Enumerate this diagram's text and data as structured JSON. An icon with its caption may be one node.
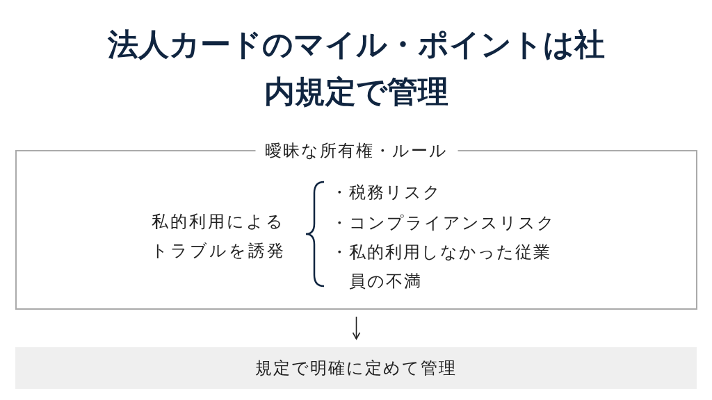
{
  "diagram": {
    "title": "法人カードのマイル・ポイントは社内規定で管理",
    "nodes": [
      {
        "text": [
          "曖昧な所有権・ルール",
          "私的利用によるトラブルを誘発",
          "・税務リスク",
          "・コンプライアンスリスク",
          "・私的利用しなかった従業員の不満"
        ]
      },
      {
        "text": [
          "規定で明確に定めて管理"
        ]
      }
    ],
    "edges": [
      {
        "from": 0,
        "to": 1,
        "arrow": "to"
      }
    ]
  }
}
